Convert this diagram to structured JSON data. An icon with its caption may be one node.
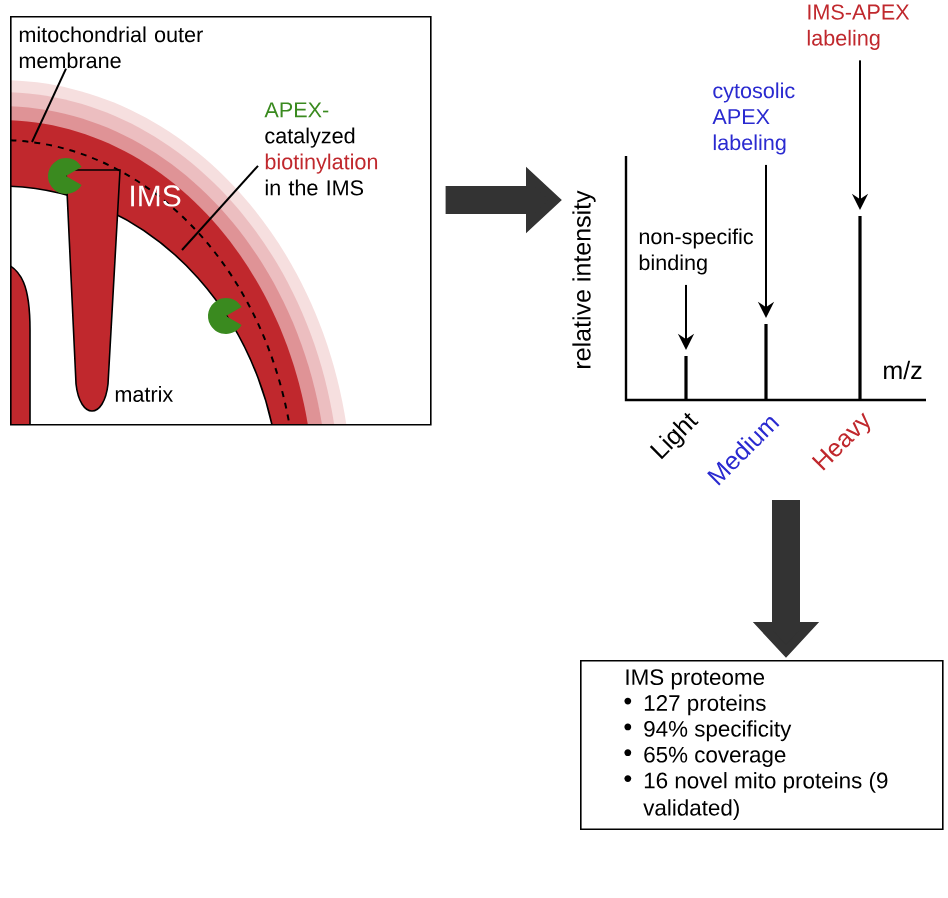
{
  "diagram": {
    "nodes": [
      {
        "text": [],
        "shape": "box"
      },
      {
        "text": [
          "mitochondrial outer membrane"
        ],
        "in": 0
      },
      {
        "text": [
          "APEX-",
          "catalyzed",
          "biotinylation",
          "in the IMS"
        ],
        "in": 0
      },
      {
        "text": [],
        "shape": "plot",
        "beside": [
          "relative intensity",
          "m/z",
          "Light",
          "Medium",
          "Heavy"
        ]
      },
      {
        "text": [
          "non-specific binding"
        ],
        "in": 3
      },
      {
        "text": [
          "cytosolic APEX labeling"
        ]
      },
      {
        "text": [
          "IMS-APEX labeling"
        ]
      },
      {
        "text": [],
        "shape": "bar",
        "in": 3
      },
      {
        "text": [],
        "shape": "bar",
        "in": 3
      },
      {
        "text": [],
        "shape": "bar",
        "in": 3
      },
      {
        "text": [],
        "shape": "line",
        "in": 0
      },
      {
        "text": [
          "IMS proteome",
          "127 proteins",
          "94% specificity",
          "65% coverage",
          "16 novel mito proteins (9 validated)"
        ]
      }
    ],
    "edges": [
      {
        "from": 1,
        "to": 10,
        "arrow": "none"
      },
      {
        "from": 2,
        "to": 10,
        "arrow": "none"
      },
      {
        "from": 4,
        "to": 7,
        "arrow": "to"
      },
      {
        "from": 5,
        "to": 8,
        "arrow": "to"
      },
      {
        "from": 6,
        "to": 9,
        "arrow": "to"
      },
      {
        "from": 0,
        "to": 3,
        "arrow": "to",
        "style": "thick",
        "color": "#333333"
      },
      {
        "from": 3,
        "to": 11,
        "arrow": "to",
        "style": "thick",
        "color": "#333333"
      }
    ],
    "labels": [
      "IMS",
      "matrix"
    ]
  }
}
